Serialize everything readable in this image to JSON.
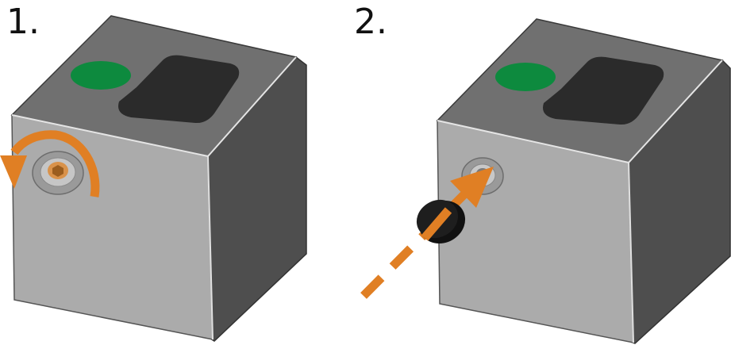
{
  "steps": [
    {
      "label": "1.",
      "action": "unscrew"
    },
    {
      "label": "2.",
      "action": "insert-plug"
    }
  ],
  "colors": {
    "arrow": "#E07F24",
    "indicator_led": "#0D8A3E",
    "display_window": "#2B2B2B",
    "housing_front": "#ABABAB",
    "housing_top": "#707070",
    "housing_side": "#4E4E4E",
    "plug": "#1E1E1E",
    "screw": "#D9924A"
  },
  "icons": [
    "rotate-arrow-icon",
    "insert-arrow-icon"
  ]
}
